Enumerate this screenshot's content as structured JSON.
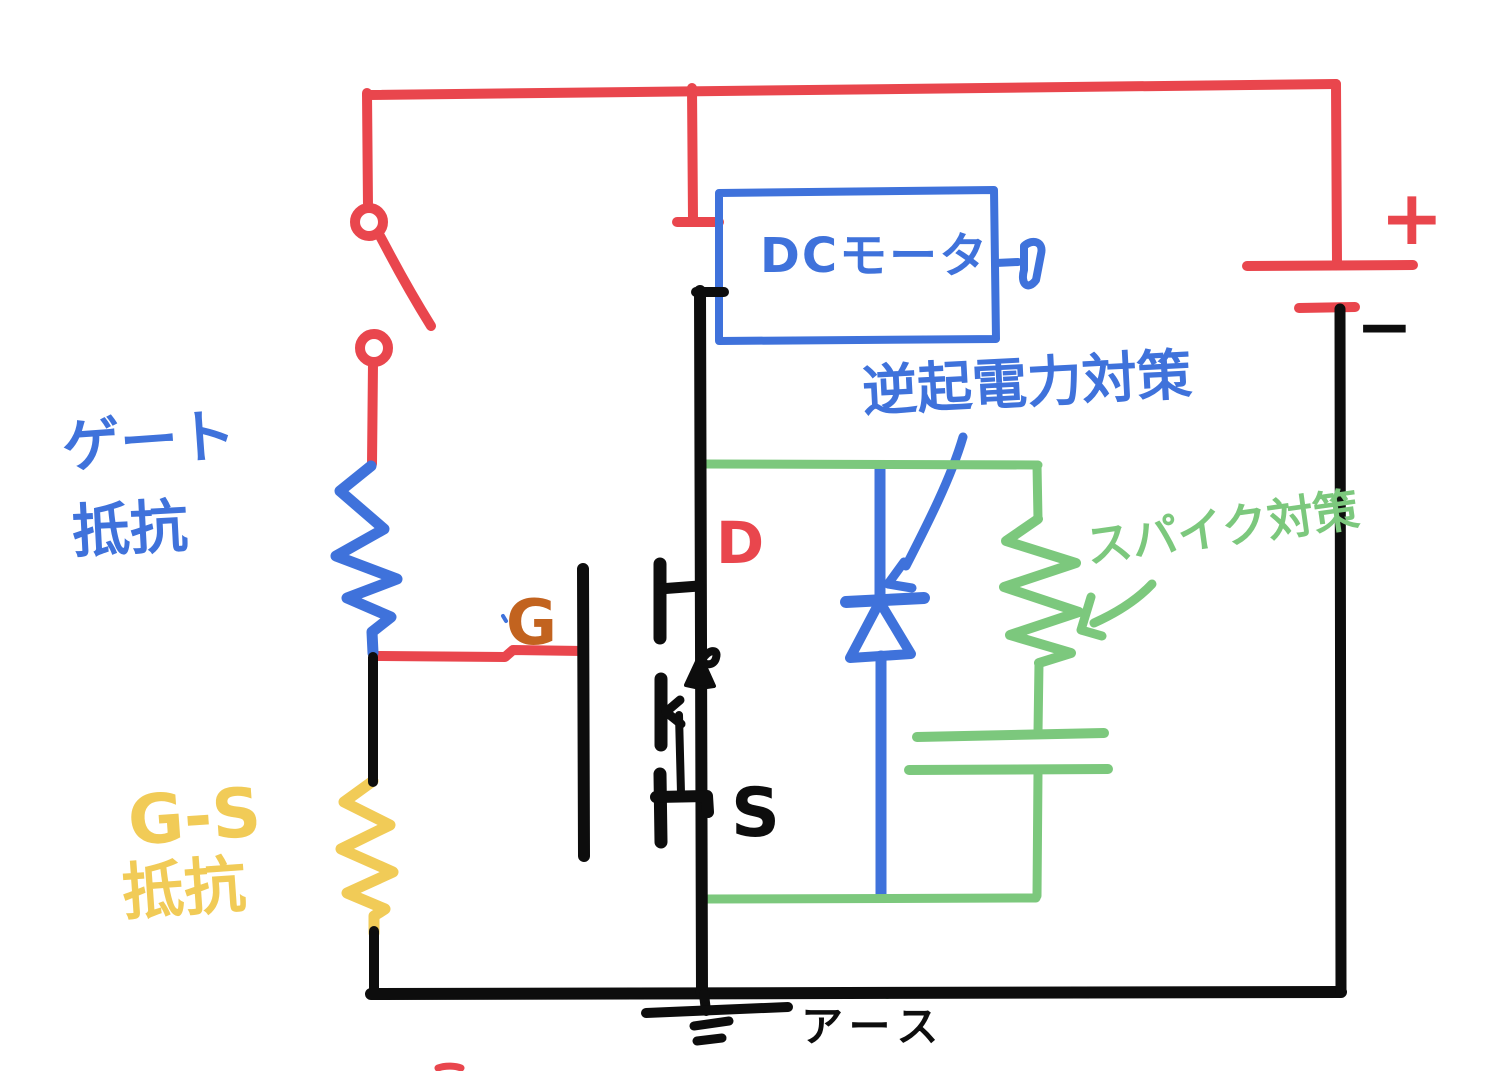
{
  "diagram_title": "hand-drawn DC motor driver schematic",
  "labels": {
    "motor": "DCモータ",
    "gate_resistor": [
      "ゲート",
      "抵抗"
    ],
    "gs_resistor": [
      "G-S",
      "抵抗"
    ],
    "back_emf_note": "逆起電力対策",
    "spike_note": "スパイク対策",
    "gate_terminal": "G",
    "drain_terminal": "D",
    "source_terminal": "S",
    "battery_plus": "+",
    "battery_minus": "−",
    "earth": "アース"
  },
  "colors": {
    "wire_red": "#e9464d",
    "component_blue": "#3f72db",
    "snubber_green": "#7cc87d",
    "resistor_yellow": "#f1cb57",
    "gate_orange": "#c2631f",
    "wire_black": "#0d0d0d",
    "background": "#ffffff"
  }
}
